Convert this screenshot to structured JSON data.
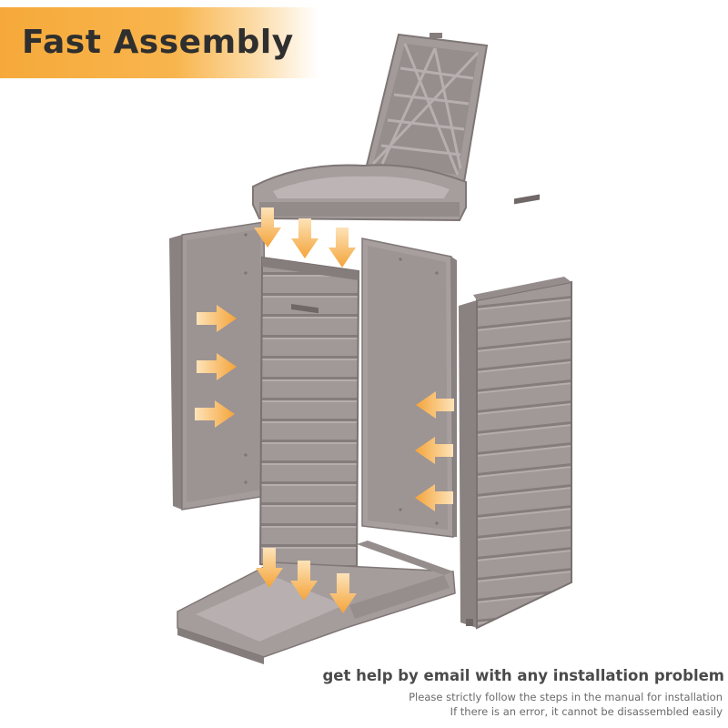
{
  "banner": {
    "title": "Fast Assembly"
  },
  "footer": {
    "headline": "get help by email with any installation problem",
    "note_line_1": "Please strictly follow the steps in the manual for installation",
    "note_line_2": "If there is an error, it cannot be disassembled easily"
  },
  "colors": {
    "banner_orange": "#f6a93a",
    "panel_gray": "#9d9494",
    "panel_dark": "#827979",
    "arrow_orange": "#f4a83c"
  },
  "icons": [
    "arrow-down-icon",
    "arrow-right-icon",
    "arrow-left-icon"
  ]
}
